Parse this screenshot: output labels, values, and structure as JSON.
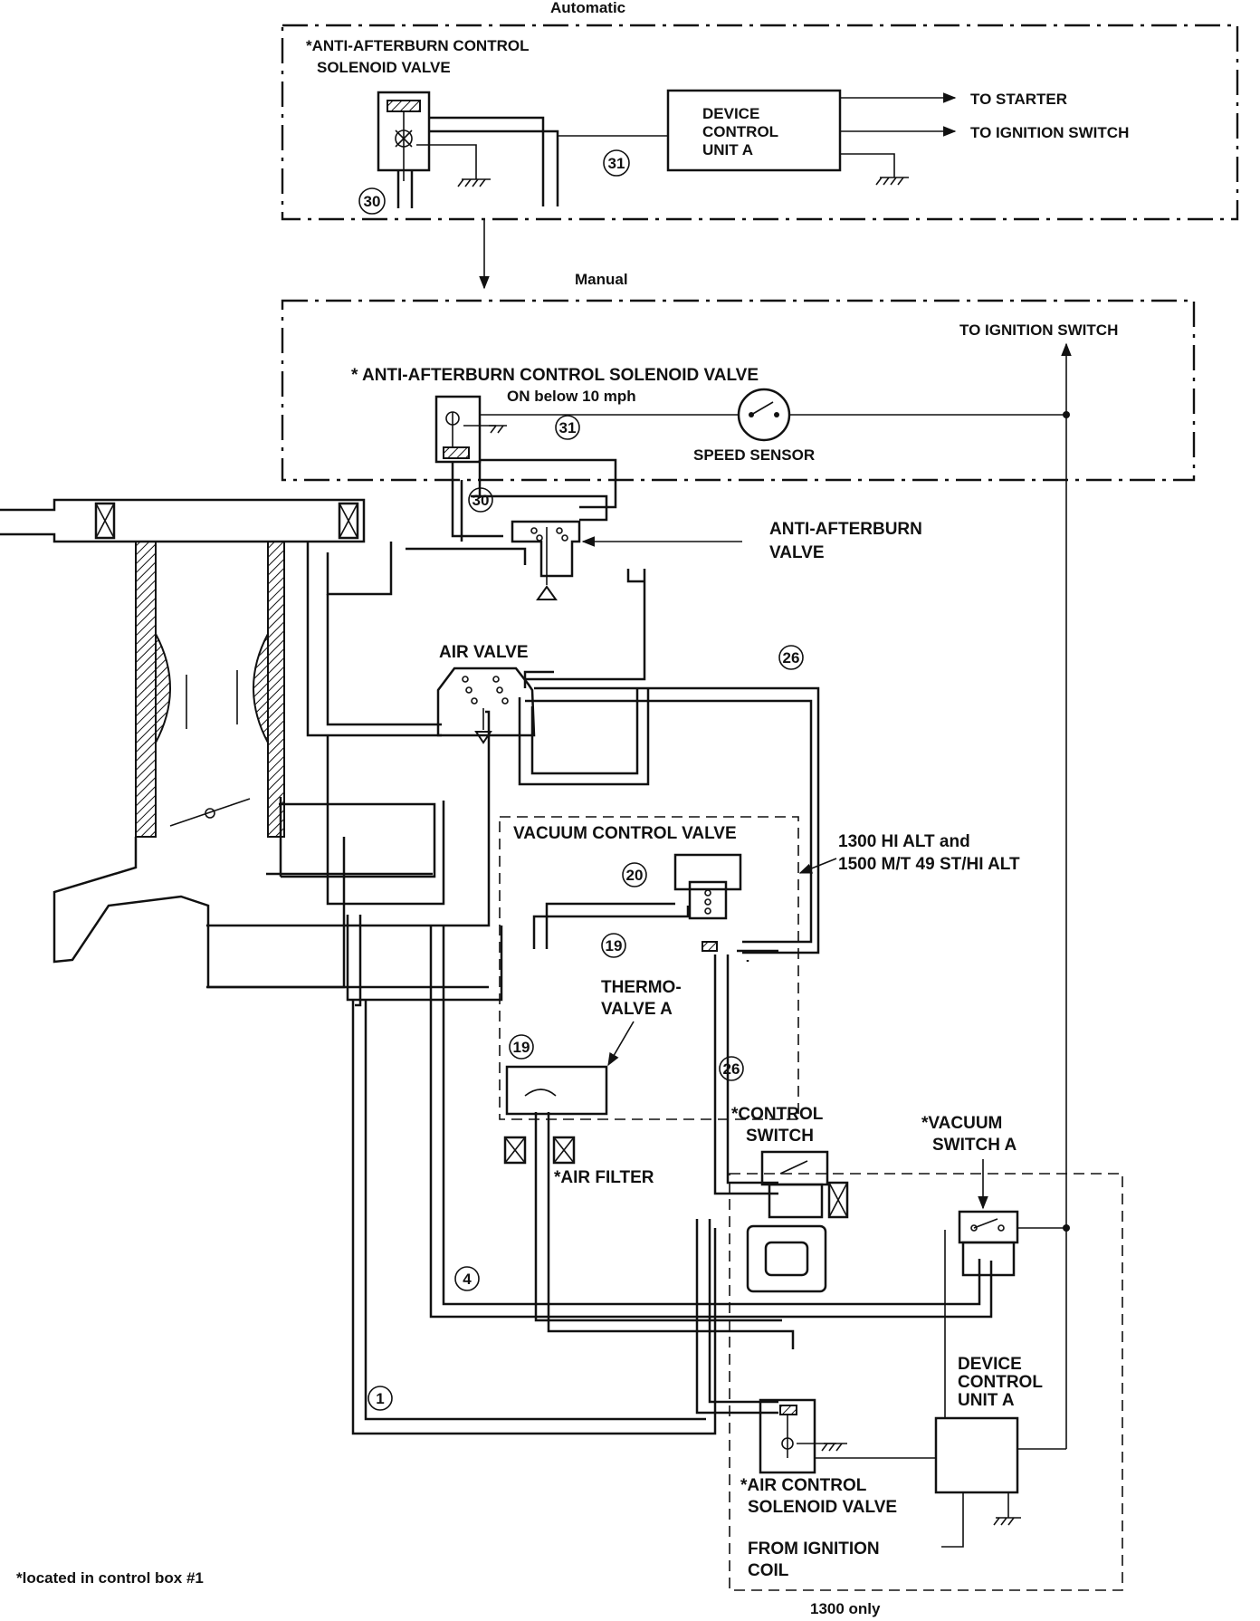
{
  "automatic_box": {
    "title": "Automatic",
    "solenoid_label_line1": "*ANTI-AFTERBURN CONTROL",
    "solenoid_label_line2": "SOLENOID VALVE",
    "device_line1": "DEVICE",
    "device_line2": "CONTROL",
    "device_line3": "UNIT A",
    "to_starter": "TO STARTER",
    "to_ignition": "TO IGNITION SWITCH",
    "num_30": "30",
    "num_31": "31"
  },
  "manual_box": {
    "title": "Manual",
    "to_ignition": "TO IGNITION SWITCH",
    "solenoid_label": "* ANTI-AFTERBURN CONTROL SOLENOID VALVE",
    "on_below": "ON below 10 mph",
    "speed_sensor": "SPEED SENSOR",
    "num_31": "31",
    "num_30": "30"
  },
  "components": {
    "anti_afterburn_line1": "ANTI-AFTERBURN",
    "anti_afterburn_line2": "VALVE",
    "air_valve": "AIR VALVE",
    "vacuum_control_valve": "VACUUM CONTROL VALVE",
    "note_line1": "1300 HI ALT and",
    "note_line2": "1500 M/T 49 ST/HI ALT",
    "thermo_line1": "THERMO-",
    "thermo_line2": "VALVE A",
    "air_filter": "*AIR FILTER",
    "control_switch_line1": "*CONTROL",
    "control_switch_line2": "SWITCH",
    "vacuum_switch_line1": "*VACUUM",
    "vacuum_switch_line2": "SWITCH A",
    "device2_line1": "DEVICE",
    "device2_line2": "CONTROL",
    "device2_line3": "UNIT A",
    "air_control_line1": "*AIR CONTROL",
    "air_control_line2": "SOLENOID VALVE",
    "from_ignition_line1": "FROM IGNITION",
    "from_ignition_line2": "COIL",
    "only_1300": "1300 only",
    "footnote": "*located in control box #1",
    "num_26a": "26",
    "num_20": "20",
    "num_19a": "19",
    "num_19b": "19",
    "num_26b": "26",
    "num_4": "4",
    "num_1": "1"
  }
}
